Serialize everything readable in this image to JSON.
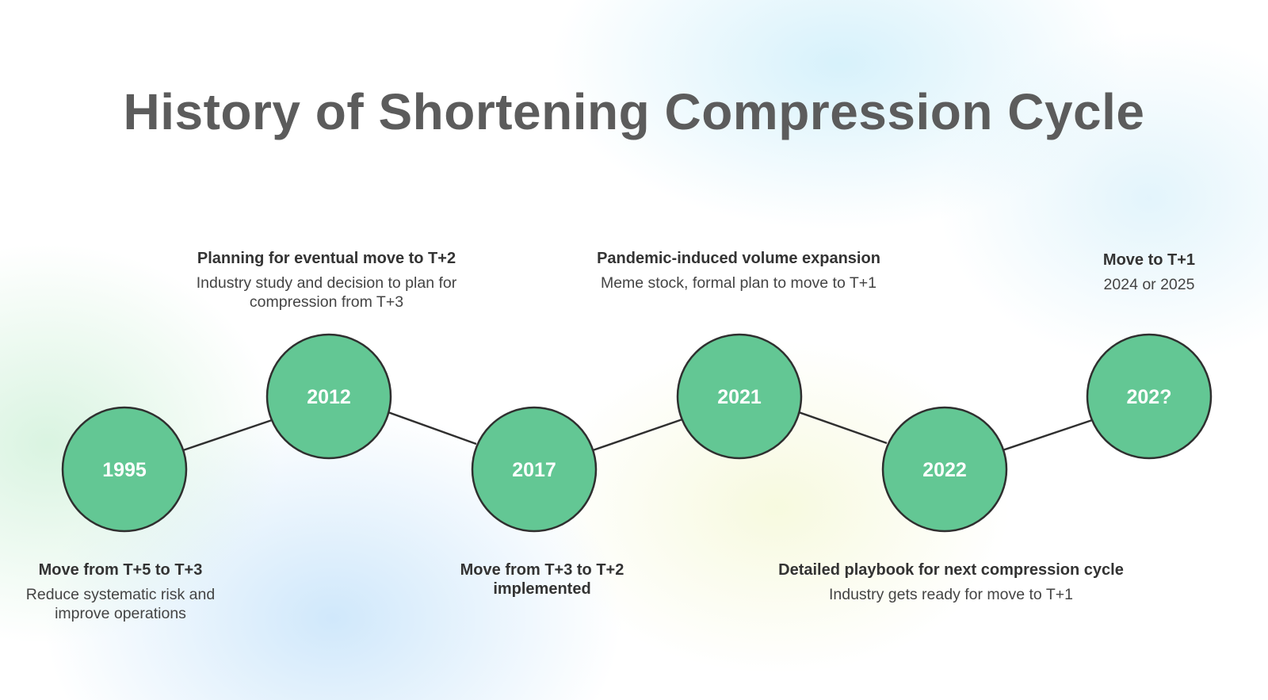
{
  "title": "History of Shortening Compression Cycle",
  "colors": {
    "node_fill": "#63c794",
    "node_stroke": "#2f2f2f",
    "line": "#2f2f2f",
    "title": "#5c5c5c"
  },
  "milestones": [
    {
      "year": "1995",
      "heading": "Move from T+5 to T+3",
      "description": "Reduce systematic risk and improve operations"
    },
    {
      "year": "2012",
      "heading": "Planning for eventual move to T+2",
      "description": "Industry study and decision to plan for compression from T+3"
    },
    {
      "year": "2017",
      "heading": "Move from T+3 to T+2 implemented",
      "description": ""
    },
    {
      "year": "2021",
      "heading": "Pandemic-induced volume expansion",
      "description": "Meme stock, formal plan to move to T+1"
    },
    {
      "year": "2022",
      "heading": "Detailed playbook for next compression cycle",
      "description": "Industry gets ready for move to T+1"
    },
    {
      "year": "202?",
      "heading": "Move to T+1",
      "description": "2024 or 2025"
    }
  ]
}
